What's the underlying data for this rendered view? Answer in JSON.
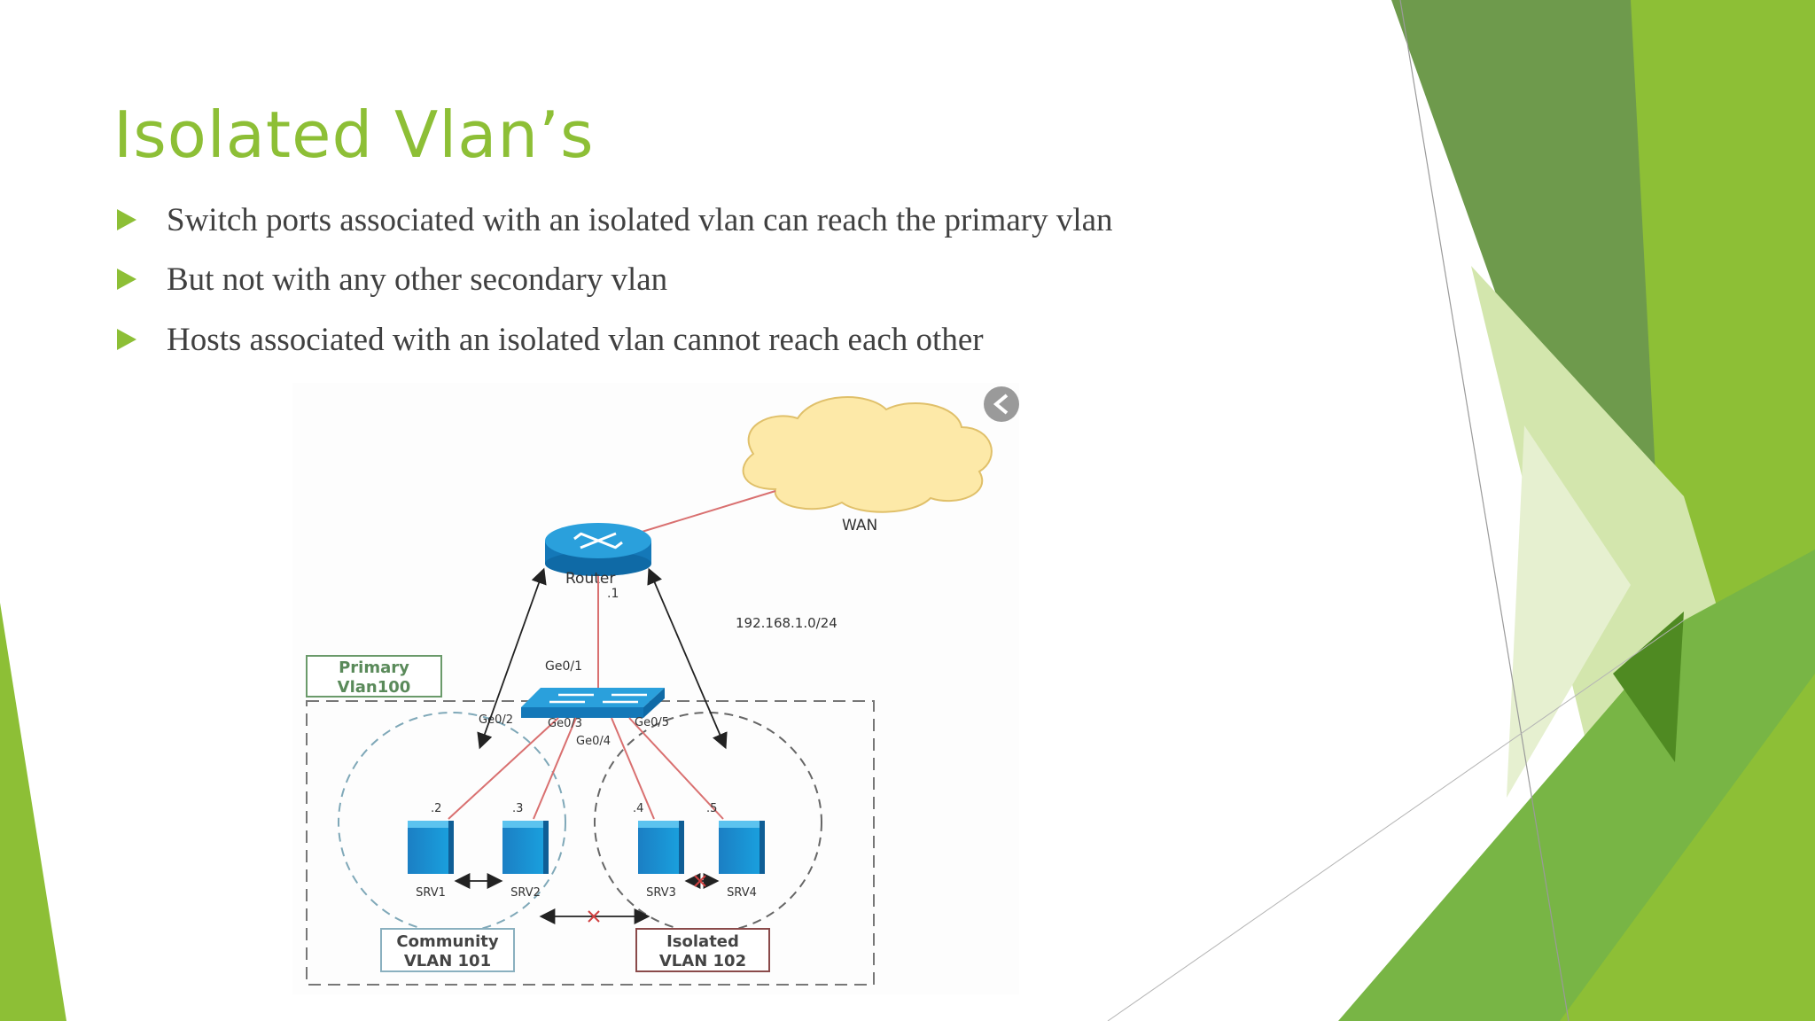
{
  "slide": {
    "title": "Isolated Vlan’s",
    "bullets": [
      "Switch ports associated with an isolated vlan can reach the primary vlan",
      "But not with any other secondary vlan",
      "Hosts associated with an isolated vlan cannot reach each other"
    ]
  },
  "colors": {
    "accent": "#8dbf36",
    "dark_green": "#5a8a2a",
    "body_text": "#404040"
  },
  "diagram": {
    "wan_label": "WAN",
    "router_label": "Router",
    "router_ip": ".1",
    "subnet": "192.168.1.0/24",
    "primary_box": [
      "Primary",
      "Vlan100"
    ],
    "uplink_port": "Ge0/1",
    "ports": [
      "Ge0/2",
      "Ge0/3",
      "Ge0/4",
      "Ge0/5"
    ],
    "host_ips": [
      ".2",
      ".3",
      ".4",
      ".5"
    ],
    "servers": [
      "SRV1",
      "SRV2",
      "SRV3",
      "SRV4"
    ],
    "community_box": [
      "Community",
      "VLAN 101"
    ],
    "isolated_box": [
      "Isolated",
      "VLAN 102"
    ]
  }
}
